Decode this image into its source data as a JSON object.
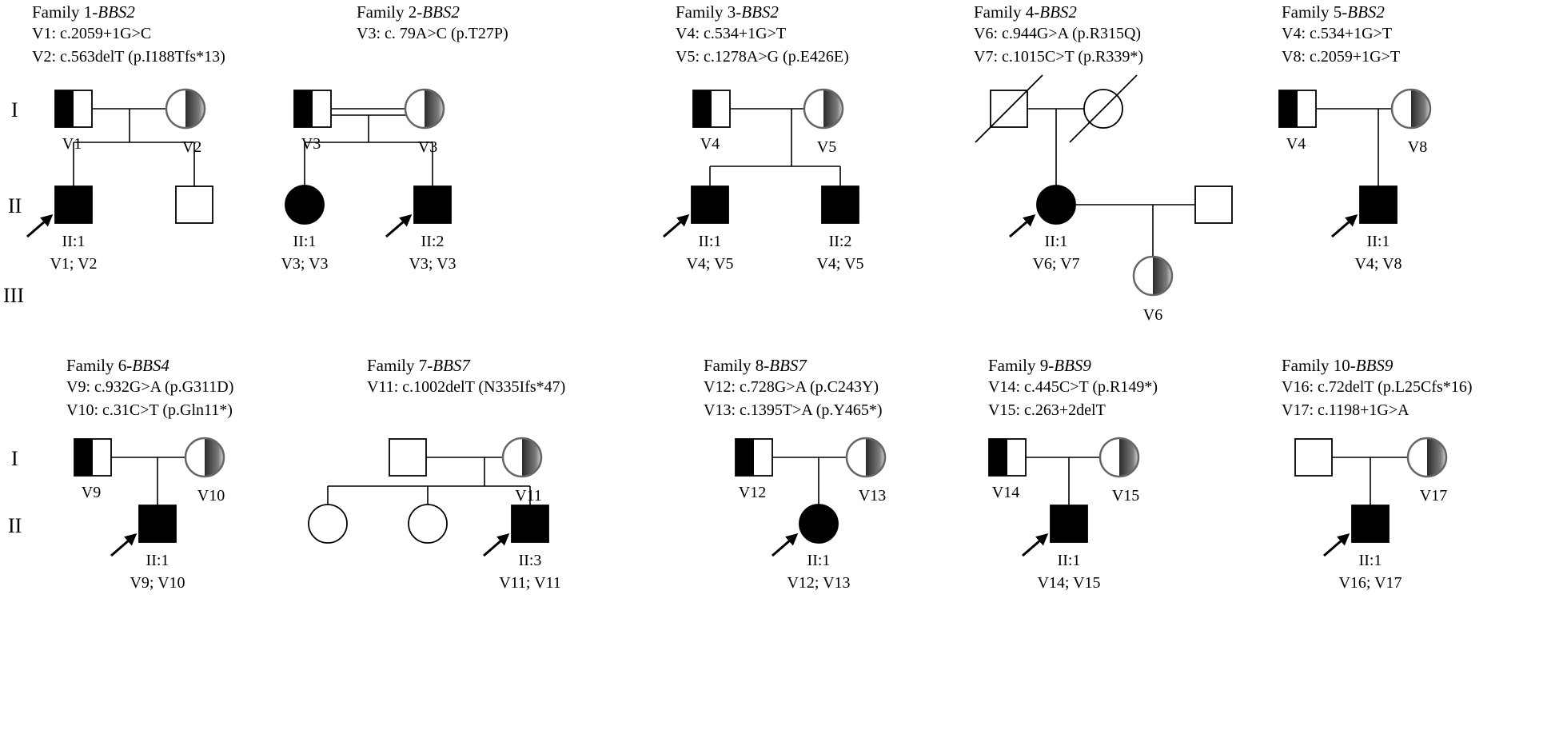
{
  "generations": [
    "I",
    "II",
    "III"
  ],
  "families": [
    {
      "title_prefix": "Family 1-",
      "gene": "BBS2",
      "variants": [
        "V1: c.2059+1G>C",
        "V2: c.563delT (p.I188Tfs*13)"
      ],
      "father": {
        "status": "carrier",
        "label": "V1"
      },
      "mother": {
        "status": "carrier",
        "label": "V2"
      },
      "children": [
        {
          "sex": "male",
          "status": "affected",
          "proband": true,
          "id": "II:1",
          "genotype": "V1; V2"
        },
        {
          "sex": "male",
          "status": "unaffected",
          "proband": false,
          "id": "",
          "genotype": ""
        }
      ]
    },
    {
      "title_prefix": "Family 2-",
      "gene": "BBS2",
      "variants": [
        "V3: c. 79A>C (p.T27P)"
      ],
      "consanguineous": true,
      "father": {
        "status": "carrier",
        "label": "V3"
      },
      "mother": {
        "status": "carrier",
        "label": "V3"
      },
      "children": [
        {
          "sex": "female",
          "status": "affected",
          "proband": false,
          "id": "II:1",
          "genotype": "V3; V3"
        },
        {
          "sex": "male",
          "status": "affected",
          "proband": true,
          "id": "II:2",
          "genotype": "V3; V3"
        }
      ]
    },
    {
      "title_prefix": "Family 3-",
      "gene": "BBS2",
      "variants": [
        "V4: c.534+1G>T",
        "V5: c.1278A>G (p.E426E)"
      ],
      "father": {
        "status": "carrier",
        "label": "V4"
      },
      "mother": {
        "status": "carrier",
        "label": "V5"
      },
      "children": [
        {
          "sex": "male",
          "status": "affected",
          "proband": true,
          "id": "II:1",
          "genotype": "V4; V5"
        },
        {
          "sex": "male",
          "status": "affected",
          "proband": false,
          "id": "II:2",
          "genotype": "V4; V5"
        }
      ]
    },
    {
      "title_prefix": "Family 4-",
      "gene": "BBS2",
      "variants": [
        "V6: c.944G>A (p.R315Q)",
        "V7: c.1015C>T (p.R339*)"
      ],
      "father": {
        "status": "deceased",
        "label": ""
      },
      "mother": {
        "status": "deceased",
        "label": ""
      },
      "children": [
        {
          "sex": "female",
          "status": "affected",
          "proband": true,
          "id": "II:1",
          "genotype": "V6; V7"
        }
      ],
      "spouse": {
        "sex": "male",
        "status": "unaffected"
      },
      "grandchild": {
        "sex": "female",
        "status": "carrier",
        "label": "V6"
      }
    },
    {
      "title_prefix": "Family 5-",
      "gene": "BBS2",
      "variants": [
        "V4: c.534+1G>T",
        "V8: c.2059+1G>T"
      ],
      "father": {
        "status": "carrier",
        "label": "V4"
      },
      "mother": {
        "status": "carrier",
        "label": "V8"
      },
      "children": [
        {
          "sex": "male",
          "status": "affected",
          "proband": true,
          "id": "II:1",
          "genotype": "V4; V8"
        }
      ]
    },
    {
      "title_prefix": "Family 6-",
      "gene": "BBS4",
      "variants": [
        "V9: c.932G>A (p.G311D)",
        "V10: c.31C>T (p.Gln11*)"
      ],
      "father": {
        "status": "carrier",
        "label": "V9"
      },
      "mother": {
        "status": "carrier",
        "label": "V10"
      },
      "children": [
        {
          "sex": "male",
          "status": "affected",
          "proband": true,
          "id": "II:1",
          "genotype": "V9; V10"
        }
      ]
    },
    {
      "title_prefix": "Family 7-",
      "gene": "BBS7",
      "variants": [
        "V11: c.1002delT (N335Ifs*47)"
      ],
      "father": {
        "status": "unaffected",
        "label": ""
      },
      "mother": {
        "status": "carrier",
        "label": "V11"
      },
      "children": [
        {
          "sex": "female",
          "status": "unaffected",
          "proband": false,
          "id": "",
          "genotype": ""
        },
        {
          "sex": "female",
          "status": "unaffected",
          "proband": false,
          "id": "",
          "genotype": ""
        },
        {
          "sex": "male",
          "status": "affected",
          "proband": true,
          "id": "II:3",
          "genotype": "V11; V11"
        }
      ]
    },
    {
      "title_prefix": "Family 8-",
      "gene": "BBS7",
      "variants": [
        "V12: c.728G>A (p.C243Y)",
        "V13:  c.1395T>A (p.Y465*)"
      ],
      "father": {
        "status": "carrier",
        "label": "V12"
      },
      "mother": {
        "status": "carrier",
        "label": "V13"
      },
      "children": [
        {
          "sex": "female",
          "status": "affected",
          "proband": true,
          "id": "II:1",
          "genotype": "V12; V13"
        }
      ]
    },
    {
      "title_prefix": "Family 9-",
      "gene": "BBS9",
      "variants": [
        "V14: c.445C>T (p.R149*)",
        "V15: c.263+2delT"
      ],
      "father": {
        "status": "carrier",
        "label": "V14"
      },
      "mother": {
        "status": "carrier",
        "label": "V15"
      },
      "children": [
        {
          "sex": "male",
          "status": "affected",
          "proband": true,
          "id": "II:1",
          "genotype": "V14; V15"
        }
      ]
    },
    {
      "title_prefix": "Family 10-",
      "gene": "BBS9",
      "variants": [
        "V16: c.72delT (p.L25Cfs*16)",
        "V17: c.1198+1G>A"
      ],
      "father": {
        "status": "unaffected",
        "label": ""
      },
      "mother": {
        "status": "carrier",
        "label": "V17"
      },
      "children": [
        {
          "sex": "male",
          "status": "affected",
          "proband": true,
          "id": "II:1",
          "genotype": "V16; V17"
        }
      ]
    }
  ]
}
